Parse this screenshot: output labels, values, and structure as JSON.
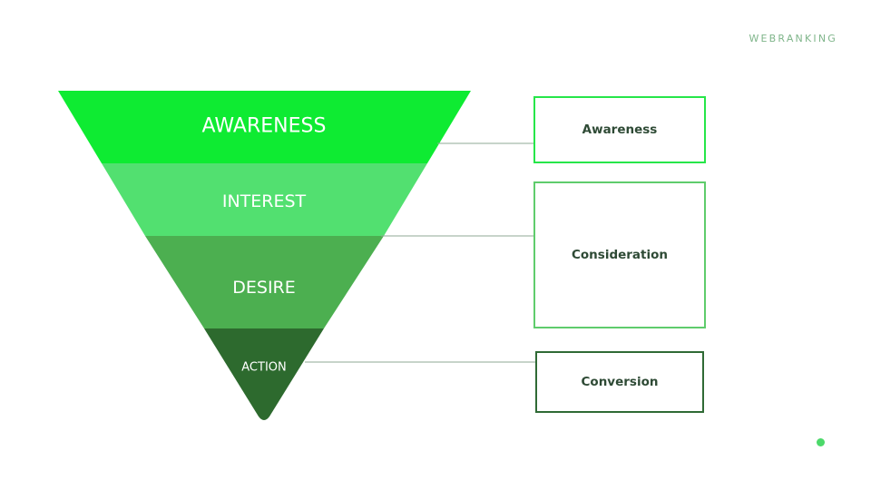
{
  "brand": {
    "name": "WEBRANKING"
  },
  "funnel": {
    "stages": [
      {
        "label": "AWARENESS",
        "color": "#0eeb32"
      },
      {
        "label": "INTEREST",
        "color": "#52e070"
      },
      {
        "label": "DESIRE",
        "color": "#4caf50"
      },
      {
        "label": "ACTION",
        "color": "#2d6a2e"
      }
    ]
  },
  "phases": [
    {
      "label": "Awareness",
      "border_color": "#26e649"
    },
    {
      "label": "Consideration",
      "border_color": "#5fcc6c"
    },
    {
      "label": "Conversion",
      "border_color": "#2f6a35"
    }
  ],
  "connector_color": "#8fa894",
  "accent_dot_color": "#4cd96a"
}
